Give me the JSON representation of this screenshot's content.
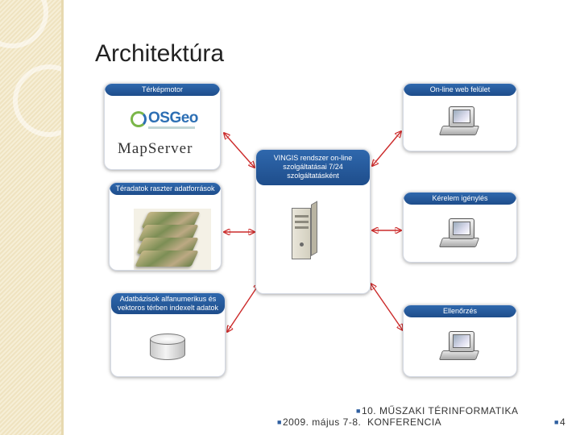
{
  "title": "Architektúra",
  "left_boxes": [
    {
      "header": "Térképmotor",
      "logos": [
        "OSGeo",
        "MapServer"
      ]
    },
    {
      "header": "Téradatok raszter adatforrások"
    },
    {
      "header": "Adatbázisok alfanumerikus és vektoros térben indexelt adatok"
    }
  ],
  "center_box": {
    "header": "VINGIS rendszer on-line szolgáltatásai 7/24 szolgáltatásként"
  },
  "right_boxes": [
    {
      "header": "On-line web felület"
    },
    {
      "header": "Kérelem igénylés"
    },
    {
      "header": "Ellenőrzés"
    }
  ],
  "footer": {
    "date": "2009. május 7-8.",
    "conference_line1": "10.   MŰSZAKI   TÉRINFORMATIKA",
    "conference_line2": "KONFERENCIA",
    "page_number": "4"
  },
  "colors": {
    "header_blue": "#2a5fa3",
    "arrow_red": "#cc2b2b",
    "band": "#f1e6c6"
  }
}
